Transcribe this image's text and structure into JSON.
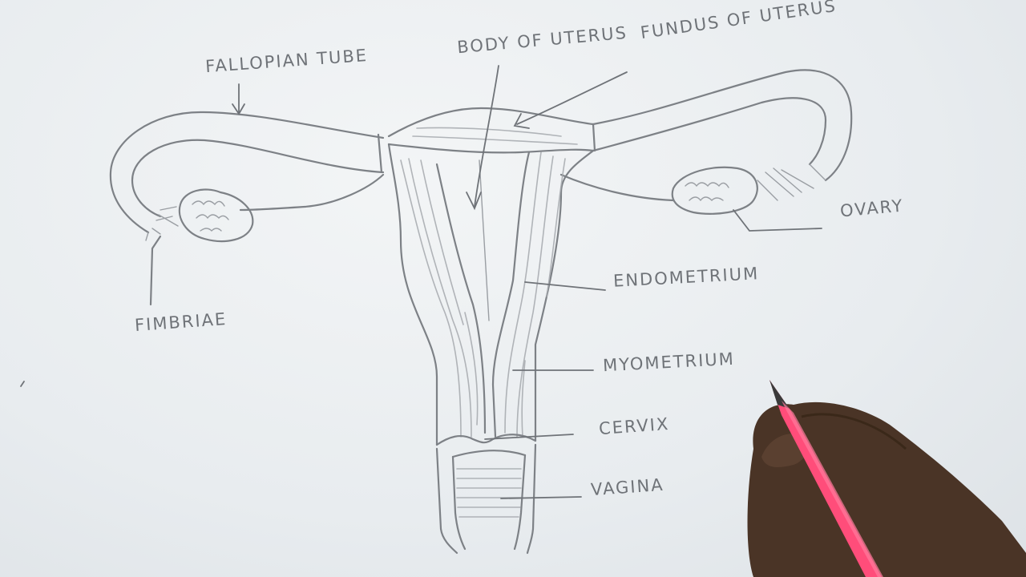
{
  "labels": {
    "fallopian_tube": "FALLOPIAN TUBE",
    "body_of_uterus": "BODY OF UTERUS",
    "fundus_of_uterus": "FUNDUS  OF UTERUS",
    "ovary": "OVARY",
    "fimbriae": "FIMBRIAE",
    "endometrium": "ENDOMETRIUM",
    "myometrium": "MYOMETRIUM",
    "cervix": "CERVIX",
    "vagina": "VAGINA"
  },
  "colors": {
    "paper": "#eef1f3",
    "pencil": "#7d8186",
    "pencil_body": "#ff4d7a",
    "skin": "#4a3426"
  },
  "icons": [
    "pencil-icon",
    "hand-icon"
  ]
}
